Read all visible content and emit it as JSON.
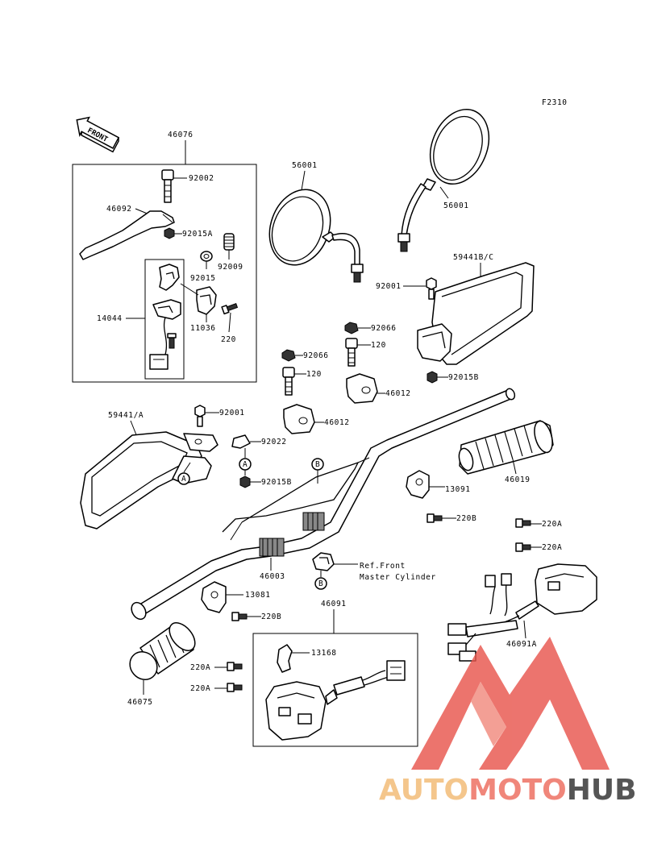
{
  "figure_code": "F2310",
  "front_marker": "FRONT",
  "labels": {
    "p46076": "46076",
    "p92002": "92002",
    "p46092": "46092",
    "p92015A_top": "92015A",
    "p92009": "92009",
    "p92015": "92015",
    "p14044": "14044",
    "p11036": "11036",
    "p220_top": "220",
    "p56001_left": "56001",
    "p56001_right": "56001",
    "p59441BC": "59441B/C",
    "p92001_right": "92001",
    "p92066_a": "92066",
    "p120_a": "120",
    "p92066_b": "92066",
    "p120_b": "120",
    "p92015B_right": "92015B",
    "p46012_a": "46012",
    "p46012_b": "46012",
    "p59441A": "59441/A",
    "p92001_left": "92001",
    "p92022": "92022",
    "p92015B_left": "92015B",
    "p46019": "46019",
    "p13091": "13091",
    "p220B_right": "220B",
    "p220A_r1": "220A",
    "p220A_r2": "220A",
    "p46003": "46003",
    "ref_front_1": "Ref.Front",
    "ref_front_2": "Master Cylinder",
    "p13081": "13081",
    "p220B_left": "220B",
    "p46091": "46091",
    "p13168": "13168",
    "p220A_l1": "220A",
    "p220A_l2": "220A",
    "p46075": "46075",
    "p46091A": "46091A",
    "callout_A1": "A",
    "callout_A2": "A",
    "callout_B1": "B",
    "callout_B2": "B"
  },
  "watermark": {
    "part1": "AUTO",
    "part2": "MOTO",
    "part3": "HUB",
    "color_light": "#f4c68c",
    "color_mid": "#f0867a",
    "color_dark": "#555555",
    "logo_color": "#e8564e"
  }
}
